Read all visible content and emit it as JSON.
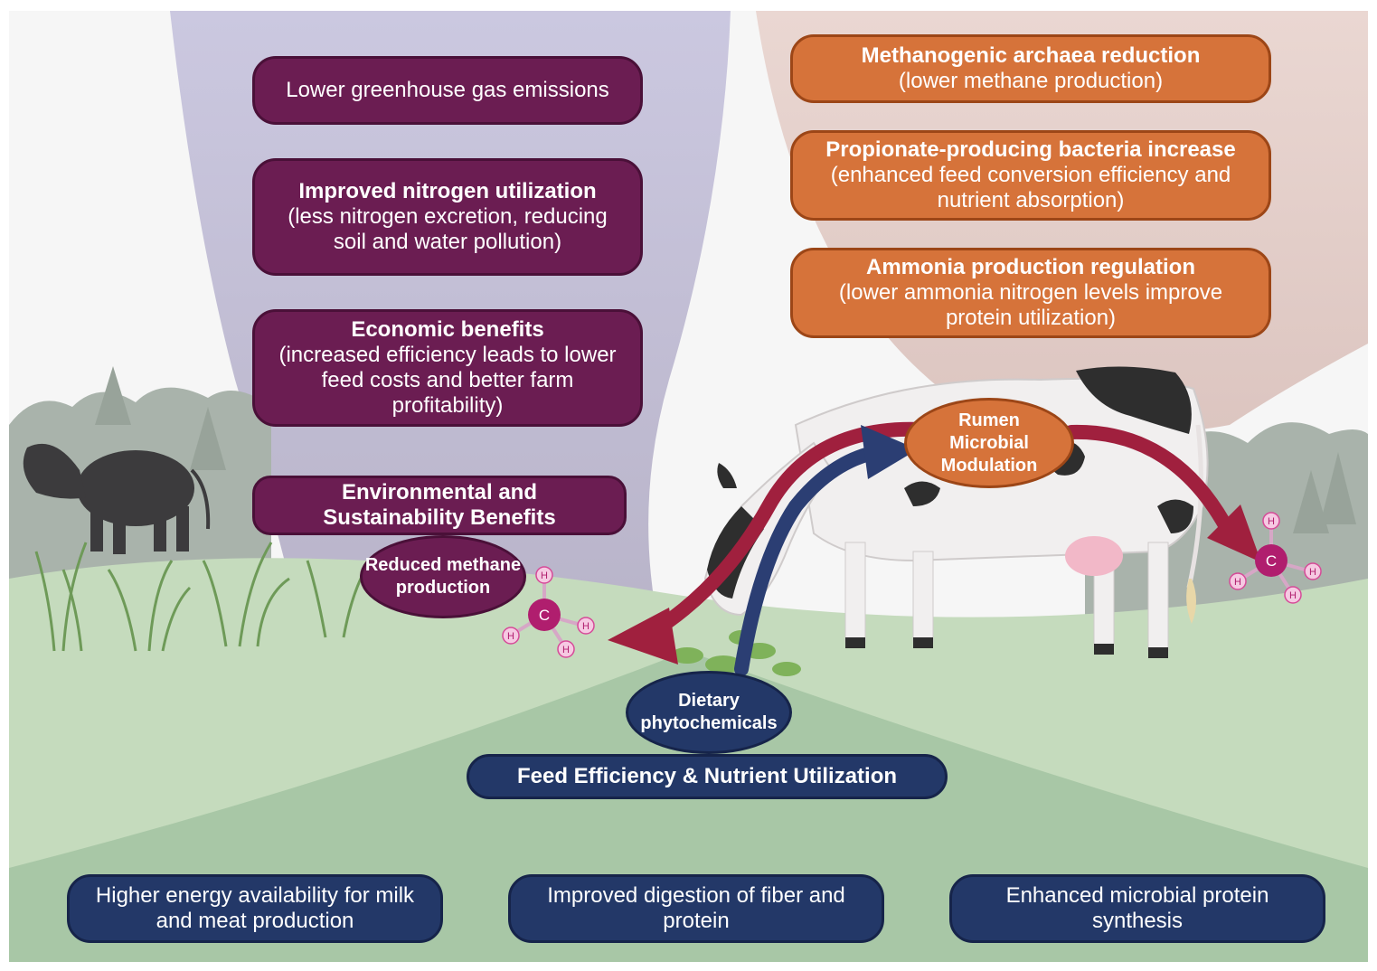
{
  "colors": {
    "purple": "#6b1d52",
    "orange": "#d6733a",
    "navy": "#233868",
    "arrow_red": "#a0203e",
    "arrow_blue": "#2b3e73"
  },
  "impact_boxes": [
    {
      "title": "",
      "body": "Lower greenhouse gas emissions"
    },
    {
      "title": "Improved nitrogen utilization",
      "body": "(less nitrogen excretion, reducing soil and water pollution)"
    },
    {
      "title": "Economic benefits",
      "body": "(increased efficiency leads to lower feed costs and better farm profitability)"
    }
  ],
  "env_header": "Environmental and Sustainability Benefits",
  "reduced_methane": "Reduced methane production",
  "rumen_boxes": [
    {
      "title": "Methanogenic archaea reduction",
      "body": "(lower methane production)"
    },
    {
      "title": "Propionate-producing bacteria increase",
      "body": "(enhanced feed conversion efficiency and nutrient absorption)"
    },
    {
      "title": "Ammonia production regulation",
      "body": "(lower ammonia nitrogen levels improve protein utilization)"
    }
  ],
  "rumen_label": "Rumen Microbial Modulation",
  "dietary_label": "Dietary phytochemicals",
  "feed_header": "Feed Efficiency & Nutrient Utilization",
  "bottom_boxes": [
    "Higher energy availability for milk and meat production",
    "Improved digestion of fiber and protein",
    "Enhanced microbial protein synthesis"
  ],
  "molecule": {
    "carbon": "C",
    "hydrogen": "H"
  },
  "icons": [
    "black-cow-icon",
    "holstein-cow-icon",
    "methane-molecule-icon",
    "tree-icon",
    "grass-icon",
    "plant-sprout-icon"
  ]
}
